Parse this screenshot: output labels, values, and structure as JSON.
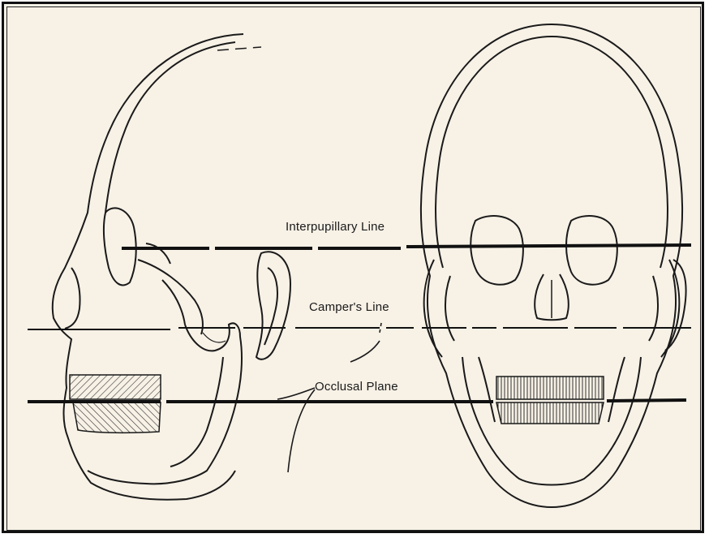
{
  "labels": {
    "interpupillary": "Interpupillary Line",
    "campers": "Camper's Line",
    "occlusal": "Occlusal Plane"
  },
  "colors": {
    "paper": "#f7f1e6",
    "ink": "#1a1a1a"
  }
}
